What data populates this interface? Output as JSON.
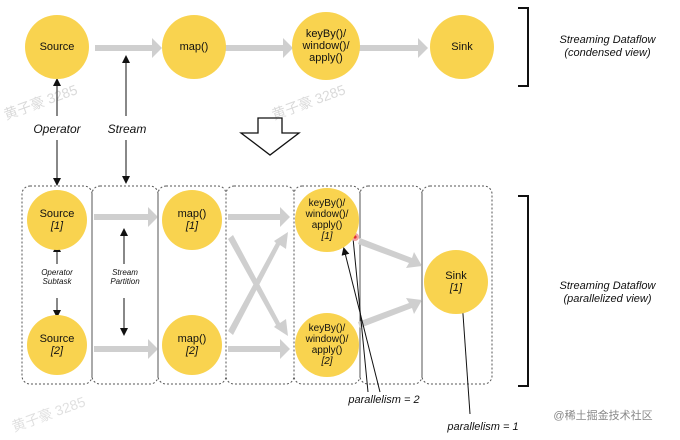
{
  "condensed": {
    "nodes": {
      "source": "Source",
      "map": "map()",
      "keyby": "keyBy()/\nwindow()/\napply()",
      "sink": "Sink"
    },
    "title": "Streaming Dataflow",
    "subtitle": "(condensed view)"
  },
  "labels": {
    "operator": "Operator",
    "stream": "Stream",
    "operator_subtask": "Operator\nSubtask",
    "stream_partition": "Stream\nPartition",
    "parallelism_2": "parallelism = 2",
    "parallelism_1": "parallelism = 1"
  },
  "parallelized": {
    "source1": {
      "name": "Source",
      "index": "[1]"
    },
    "source2": {
      "name": "Source",
      "index": "[2]"
    },
    "map1": {
      "name": "map()",
      "index": "[1]"
    },
    "map2": {
      "name": "map()",
      "index": "[2]"
    },
    "keyby1": {
      "name": "keyBy()/\nwindow()/\napply()",
      "index": "[1]"
    },
    "keyby2": {
      "name": "keyBy()/\nwindow()/\napply()",
      "index": "[2]"
    },
    "sink1": {
      "name": "Sink",
      "index": "[1]"
    },
    "title": "Streaming Dataflow",
    "subtitle": "(parallelized view)"
  },
  "watermark": "@稀土掘金技术社区",
  "overlay_marks": [
    "黄子豪 3285",
    "黄子豪 3285",
    "黄子豪 3285"
  ],
  "colors": {
    "node_fill": "#f9d34f",
    "arrow_gray": "#c8c8c8",
    "border": "#444444"
  }
}
